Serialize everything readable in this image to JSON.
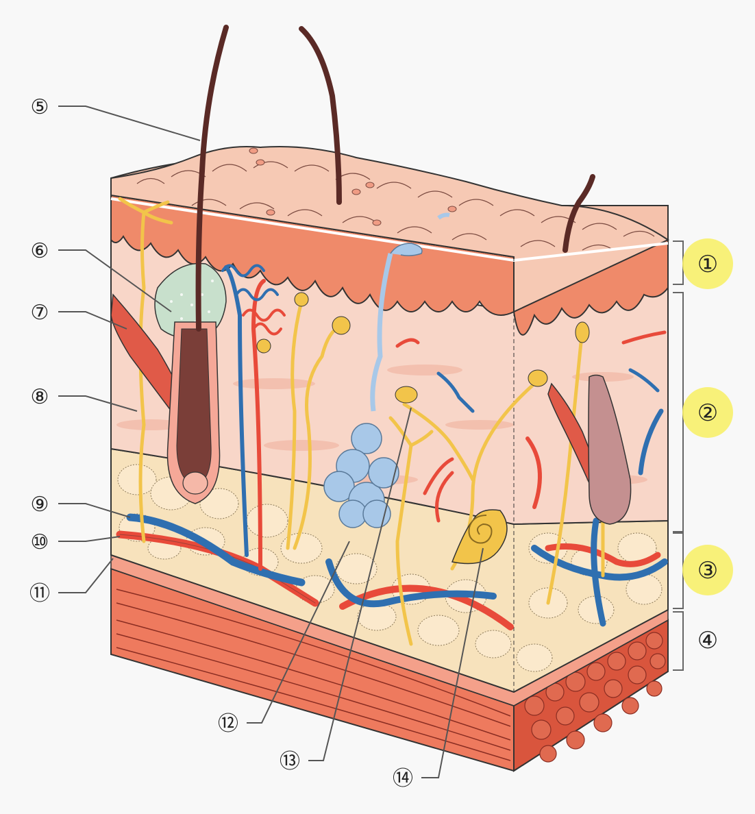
{
  "callouts": {
    "c5": "⑤",
    "c6": "⑥",
    "c7": "⑦",
    "c8": "⑧",
    "c9": "⑨",
    "c10": "⑩",
    "c11": "⑪",
    "c12": "⑫",
    "c13": "⑬",
    "c14": "⑭"
  },
  "layers": {
    "l1": "①",
    "l2": "②",
    "l3": "③",
    "l4": "④"
  },
  "colors": {
    "epidermis": "#f4b8a0",
    "dermis": "#f8d6c8",
    "hypodermis": "#f7e2bc",
    "muscle": "#ee7a5e",
    "artery": "#e84a3a",
    "vein": "#2f6fb0",
    "nerve": "#f2c44a",
    "hair": "#6e3a34",
    "highlight": "#f7f06a"
  }
}
